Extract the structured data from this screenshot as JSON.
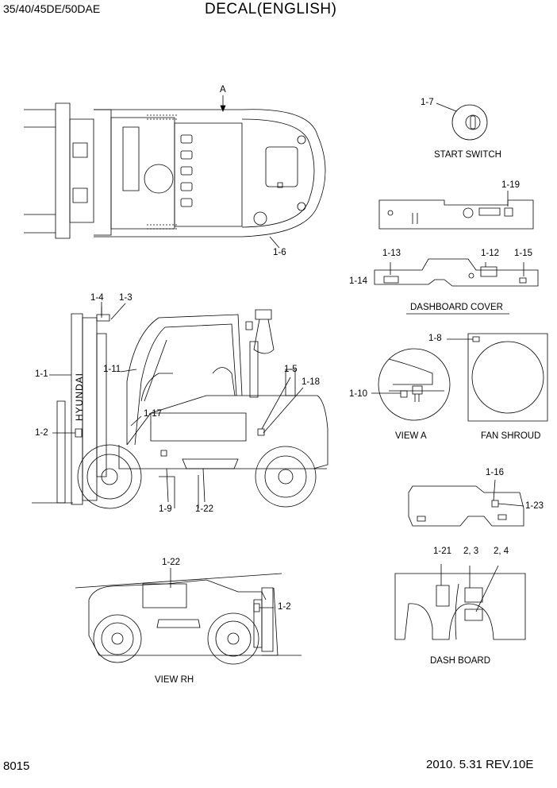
{
  "header": {
    "model": "35/40/45DE/50DAE",
    "title": "DECAL(ENGLISH)"
  },
  "footer": {
    "page": "8015",
    "date_rev": "2010. 5.31  REV.10E"
  },
  "views": {
    "top": {
      "arrow_label": "A"
    },
    "side_mast_text": "HYUNDAI",
    "start_switch": "START SWITCH",
    "dashboard_cover": "DASHBOARD COVER",
    "view_a": "VIEW  A",
    "fan_shroud": "FAN SHROUD",
    "view_rh": "VIEW  RH",
    "dash_board": "DASH BOARD"
  },
  "callouts": {
    "c1_1": "1-1",
    "c1_2": "1-2",
    "c1_3": "1-3",
    "c1_4": "1-4",
    "c1_5": "1-5",
    "c1_6": "1-6",
    "c1_7": "1-7",
    "c1_8": "1-8",
    "c1_9": "1-9",
    "c1_10": "1-10",
    "c1_11": "1-11",
    "c1_12": "1-12",
    "c1_13": "1-13",
    "c1_14": "1-14",
    "c1_15": "1-15",
    "c1_16": "1-16",
    "c1_17": "1-17",
    "c1_18": "1-18",
    "c1_19": "1-19",
    "c1_21": "1-21",
    "c1_22a": "1-22",
    "c1_22b": "1-22",
    "c1_23": "1-23",
    "c1_2b": "1-2",
    "c2_3": "2, 3",
    "c2_4": "2, 4"
  }
}
